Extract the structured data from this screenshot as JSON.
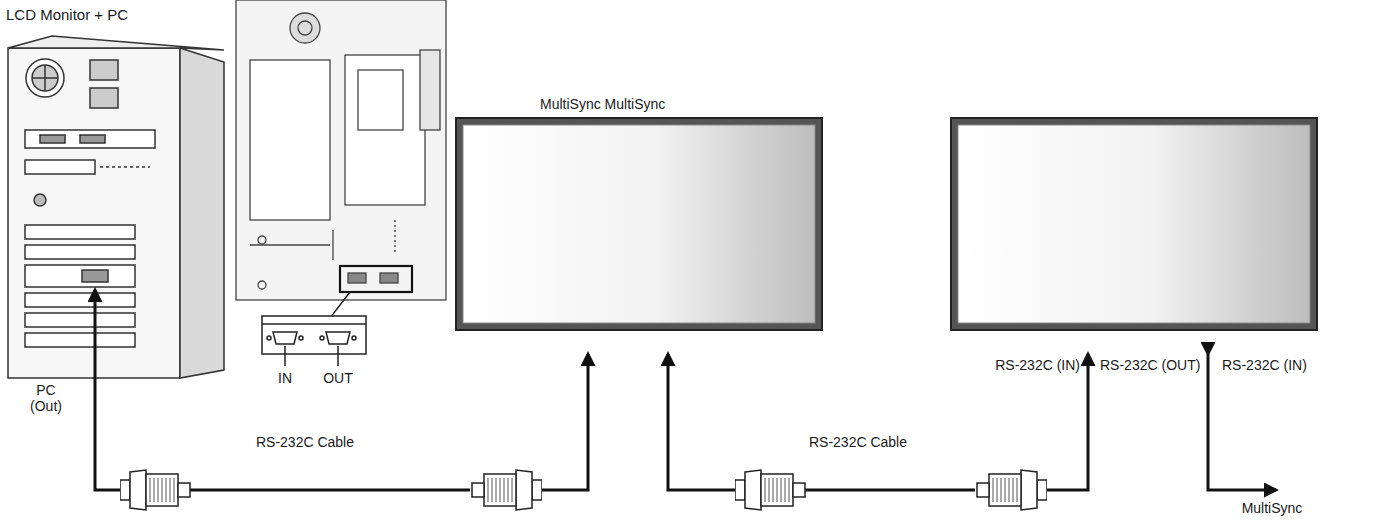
{
  "diagram": {
    "title": "LCD Monitor + PC",
    "labels": [
      "MultiSync MultiSync",
      "IN",
      "OUT",
      "PC (Out)",
      "RS-232C (IN)",
      "RS-232C (OUT)",
      "RS-232C (IN)",
      "RS-232C Cable",
      "RS-232C Cable",
      "MultiSync"
    ]
  }
}
